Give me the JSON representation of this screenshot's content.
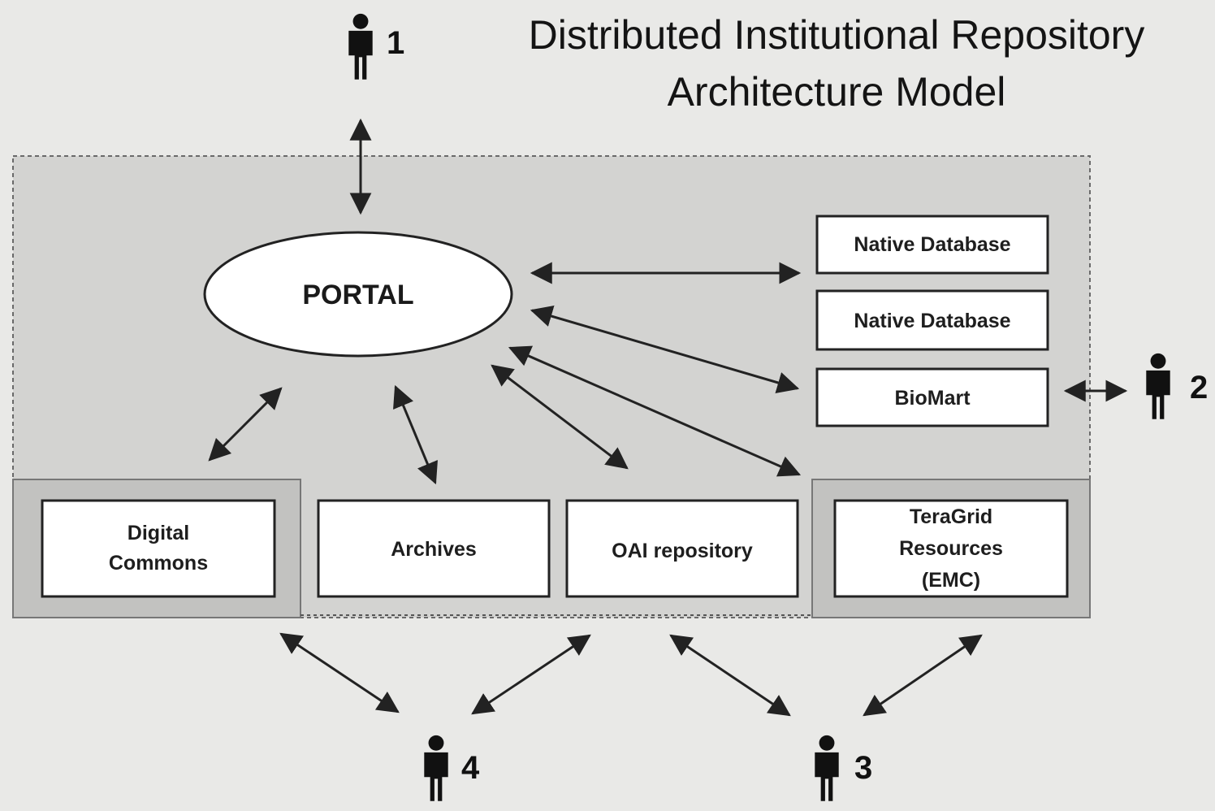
{
  "title": {
    "line1": "Distributed Institutional Repository",
    "line2": "Architecture Model"
  },
  "portal": {
    "label": "PORTAL"
  },
  "databases": [
    {
      "label": "Native Database"
    },
    {
      "label": "Native Database"
    },
    {
      "label": "BioMart"
    }
  ],
  "resources": {
    "digital_commons": {
      "lines": [
        "Digital",
        "Commons"
      ]
    },
    "archives": {
      "lines": [
        "Archives"
      ]
    },
    "oai": {
      "lines": [
        "OAI repository"
      ]
    },
    "teragrid": {
      "lines": [
        "TeraGrid",
        "Resources",
        "(EMC)"
      ]
    }
  },
  "users": [
    {
      "number": "1",
      "icon": "person-icon"
    },
    {
      "number": "2",
      "icon": "person-icon"
    },
    {
      "number": "3",
      "icon": "person-icon"
    },
    {
      "number": "4",
      "icon": "person-icon"
    }
  ],
  "colors": {
    "background": "#e9e9e7",
    "container": "#d3d3d1",
    "box": "#ffffff",
    "stroke": "#222222"
  }
}
